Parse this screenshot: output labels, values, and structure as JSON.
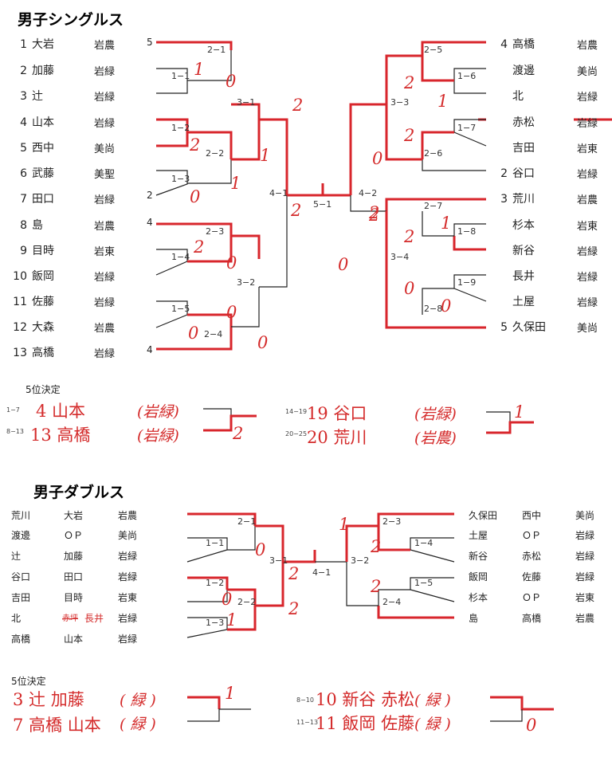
{
  "singles": {
    "title": "男子シングルス",
    "left_players": [
      {
        "num": "1",
        "name": "大岩",
        "team": "岩農"
      },
      {
        "num": "2",
        "name": "加藤",
        "team": "岩緑"
      },
      {
        "num": "3",
        "name": "辻",
        "team": "岩緑"
      },
      {
        "num": "4",
        "name": "山本",
        "team": "岩緑"
      },
      {
        "num": "5",
        "name": "西中",
        "team": "美尚"
      },
      {
        "num": "6",
        "name": "武藤",
        "team": "美聖"
      },
      {
        "num": "7",
        "name": "田口",
        "team": "岩緑"
      },
      {
        "num": "8",
        "name": "島",
        "team": "岩農"
      },
      {
        "num": "9",
        "name": "目時",
        "team": "岩東"
      },
      {
        "num": "10",
        "name": "飯岡",
        "team": "岩緑"
      },
      {
        "num": "11",
        "name": "佐藤",
        "team": "岩緑"
      },
      {
        "num": "12",
        "name": "大森",
        "team": "岩農"
      },
      {
        "num": "13",
        "name": "高橋",
        "team": "岩緑"
      }
    ],
    "right_players": [
      {
        "num": "4",
        "name": "高橋",
        "team": "岩農"
      },
      {
        "num": "",
        "name": "渡邊",
        "team": "美尚"
      },
      {
        "num": "",
        "name": "北",
        "team": "岩緑"
      },
      {
        "num": "",
        "name": "赤松",
        "team": "岩緑"
      },
      {
        "num": "",
        "name": "吉田",
        "team": "岩東"
      },
      {
        "num": "2",
        "name": "谷口",
        "team": "岩緑"
      },
      {
        "num": "3",
        "name": "荒川",
        "team": "岩農"
      },
      {
        "num": "",
        "name": "杉本",
        "team": "岩東"
      },
      {
        "num": "",
        "name": "新谷",
        "team": "岩緑"
      },
      {
        "num": "",
        "name": "長井",
        "team": "岩緑"
      },
      {
        "num": "",
        "name": "土屋",
        "team": "岩緑"
      },
      {
        "num": "5",
        "name": "久保田",
        "team": "美尚"
      }
    ],
    "matches": {
      "m2_1": "2−1",
      "m1_1": "1−1",
      "m3_1": "3−1",
      "m1_2": "1−2",
      "m2_2": "2−2",
      "m1_3": "1−3",
      "m4_1": "4−1",
      "m2_3": "2−3",
      "m1_4": "1−4",
      "m3_2": "3−2",
      "m1_5": "1−5",
      "m2_4": "2−4",
      "m5_1": "5−1",
      "m4_2": "4−2",
      "m2_5": "2−5",
      "m3_3": "3−3",
      "m1_6": "1−6",
      "m1_7": "1−7",
      "m2_6": "2−6",
      "m2_7": "2−7",
      "m1_8": "1−8",
      "m3_4": "3−4",
      "m1_9": "1−9",
      "m2_8": "2−8"
    },
    "printed_scores": {
      "s1": "5",
      "s7": "2",
      "s8": "4",
      "s13": "4"
    },
    "hand_scores": {
      "a": "1",
      "b": "0",
      "c": "2",
      "d": "2",
      "e": "1",
      "f": "1",
      "g": "0",
      "h": "2",
      "i": "2",
      "j": "0",
      "k": "0",
      "l": "0",
      "m": "0",
      "n": "2",
      "o": "2",
      "p": "1",
      "q": "2",
      "r": "0",
      "s": "2",
      "t": "2",
      "u": "1",
      "v": "0",
      "w": "0",
      "x": "0"
    },
    "fifth_label": "5位決定",
    "fifth": {
      "r1_range": "1−7",
      "r1_name": "4 山本",
      "r1_team": "(岩緑)",
      "r2_range": "8−13",
      "r2_name": "13 高橋",
      "r2_team": "(岩緑)",
      "r3_range": "14−19",
      "r3_name": "19 谷口",
      "r3_team": "(岩緑)",
      "r4_range": "20−25",
      "r4_name": "20 荒川",
      "r4_team": "(岩農)",
      "score_a": "2",
      "score_b": "1"
    }
  },
  "doubles": {
    "title": "男子ダブルス",
    "left_pairs": [
      {
        "a": "荒川",
        "b": "大岩",
        "team": "岩農"
      },
      {
        "a": "渡邊",
        "b": "ＯＰ",
        "team": "美尚"
      },
      {
        "a": "辻",
        "b": "加藤",
        "team": "岩緑"
      },
      {
        "a": "谷口",
        "b": "田口",
        "team": "岩緑"
      },
      {
        "a": "吉田",
        "b": "目時",
        "team": "岩東"
      },
      {
        "a": "北",
        "b": "長井",
        "team": "岩緑",
        "struck": "赤坪"
      },
      {
        "a": "高橋",
        "b": "山本",
        "team": "岩緑"
      }
    ],
    "right_pairs": [
      {
        "a": "久保田",
        "b": "西中",
        "team": "美尚"
      },
      {
        "a": "土屋",
        "b": "ＯＰ",
        "team": "岩緑"
      },
      {
        "a": "新谷",
        "b": "赤松",
        "team": "岩緑"
      },
      {
        "a": "飯岡",
        "b": "佐藤",
        "team": "岩緑"
      },
      {
        "a": "杉本",
        "b": "ＯＰ",
        "team": "岩東"
      },
      {
        "a": "島",
        "b": "高橋",
        "team": "岩農"
      }
    ],
    "matches": {
      "d2_1": "2−1",
      "d1_1": "1−1",
      "d3_1": "3−1",
      "d1_2": "1−2",
      "d2_2": "2−2",
      "d1_3": "1−3",
      "d4_1": "4−1",
      "d2_3": "2−3",
      "d1_4": "1−4",
      "d3_2": "3−2",
      "d1_5": "1−5",
      "d2_4": "2−4"
    },
    "hand_scores": {
      "a": "0",
      "b": "2",
      "c": "0",
      "d": "1",
      "e": "2",
      "f": "1",
      "g": "2",
      "h": "2"
    },
    "fifth_label": "5位決定",
    "fifth": {
      "l1": "3 辻 加藤",
      "l1_team": "(緑)",
      "l2": "7 高橋 山本",
      "l2_team": "(緑)",
      "r_range1": "8−10",
      "r1": "10 新谷 赤松",
      "r1_team": "(緑)",
      "r_range2": "11−13",
      "r2": "11 飯岡 佐藤",
      "r2_team": "(緑)",
      "score_a": "1",
      "score_b": "0"
    }
  }
}
